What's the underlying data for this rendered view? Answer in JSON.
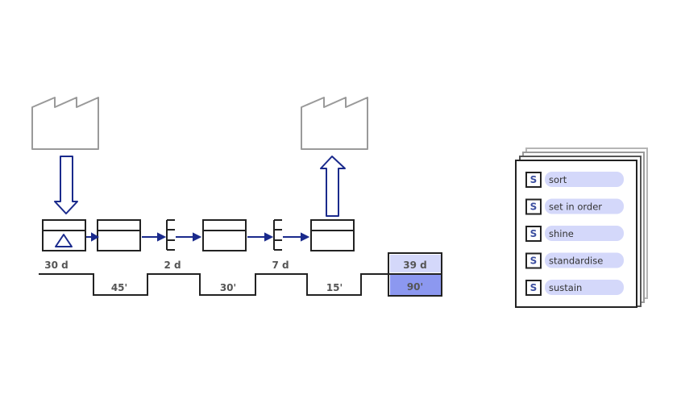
{
  "timeline": {
    "wait_labels": [
      "30 d",
      "2 d",
      "7 d"
    ],
    "process_labels": [
      "45'",
      "30'",
      "15'"
    ],
    "totals": {
      "lead_time": "39 d",
      "process_time": "90'"
    }
  },
  "checklist": {
    "badge_letter": "S",
    "items": [
      "sort",
      "set in order",
      "shine",
      "standardise",
      "sustain"
    ]
  },
  "colors": {
    "arrow": "#1a2a8c",
    "factory": "#9a9a9a",
    "highlight": "#d4d8fa",
    "highlight_strong": "#8c98f0",
    "ink": "#222222"
  }
}
